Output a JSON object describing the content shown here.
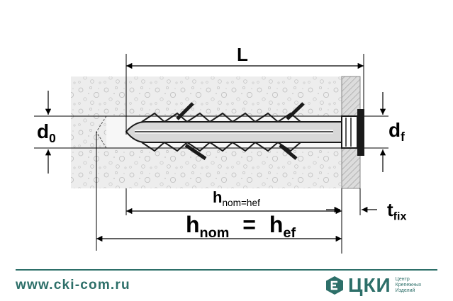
{
  "diagram": {
    "labels": {
      "L": "L",
      "d0_main": "d",
      "d0_sub": "0",
      "df_main": "d",
      "df_sub": "f",
      "hnom_hef_small_main": "h",
      "hnom_hef_small_sub": "nom=hef",
      "hnom_main": "h",
      "hnom_sub": "nom",
      "equals": "=",
      "hef_main": "h",
      "hef_sub": "ef",
      "tfix_main": "t",
      "tfix_sub": "fix"
    }
  },
  "footer": {
    "url": "www.cki-com.ru",
    "logo_text": "ЦКИ",
    "logo_sub_1": "Центр",
    "logo_sub_2": "Крепежных",
    "logo_sub_3": "Изделий",
    "accent_color": "#2d6f69"
  }
}
